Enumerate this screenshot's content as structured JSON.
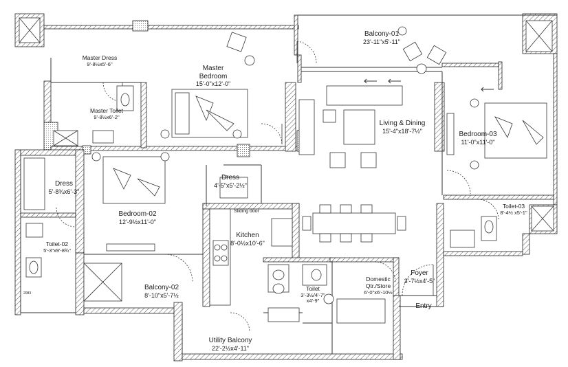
{
  "rooms": {
    "balcony01": {
      "name": "Balcony-01",
      "dims": "23'-11\"x5'-11\""
    },
    "master_dress": {
      "name": "Master Dress",
      "dims": "9'-8½x5'-6\""
    },
    "master_bedroom": {
      "name": "Master",
      "name2": "Bedroom",
      "dims": "15'-0\"x12'-0\""
    },
    "master_toilet": {
      "name": "Master Toilet",
      "dims": "9'-8½x6'-2\""
    },
    "living_dining": {
      "name": "Living & Dining",
      "dims": "15'-4\"x18'-7½\""
    },
    "bedroom03": {
      "name": "Bedroom-03",
      "dims": "11'-0\"x11'-0\""
    },
    "dress1": {
      "name": "Dress",
      "dims": "5'-8¾x6'-3\""
    },
    "dress2": {
      "name": "Dress",
      "dims": "4'-5\"x5'-2½\""
    },
    "bedroom02": {
      "name": "Bedroom-02",
      "dims": "12'-9½x11'-0\""
    },
    "toilet02": {
      "name": "Toilet-02",
      "dims": "5'-3\"x9'-8¾\""
    },
    "kitchen": {
      "name": "Kitchen",
      "dims": "8'-0½x10'-6\""
    },
    "toilet03": {
      "name": "Toilet-03",
      "dims": "8'-4½ x5'-1\""
    },
    "foyer": {
      "name": "Foyer",
      "dims": "3'-7½x4'-5\""
    },
    "domestic": {
      "name": "Domestic",
      "name2": "Qtr./Store",
      "dims": "6'-0\"x6'-10½"
    },
    "toilet": {
      "name": "Toilet",
      "dims": "3'-3½/4'-7\"",
      "dims2": "x4'-9\""
    },
    "balcony02": {
      "name": "Balcony-02",
      "dims": "8'-10\"x5'-7½"
    },
    "utility": {
      "name": "Utility Balcony",
      "dims": "22'-2½x4'-11\""
    }
  },
  "labels": {
    "sliding_door": "Sliding door",
    "entry": "Entry",
    "tag": "2083"
  }
}
